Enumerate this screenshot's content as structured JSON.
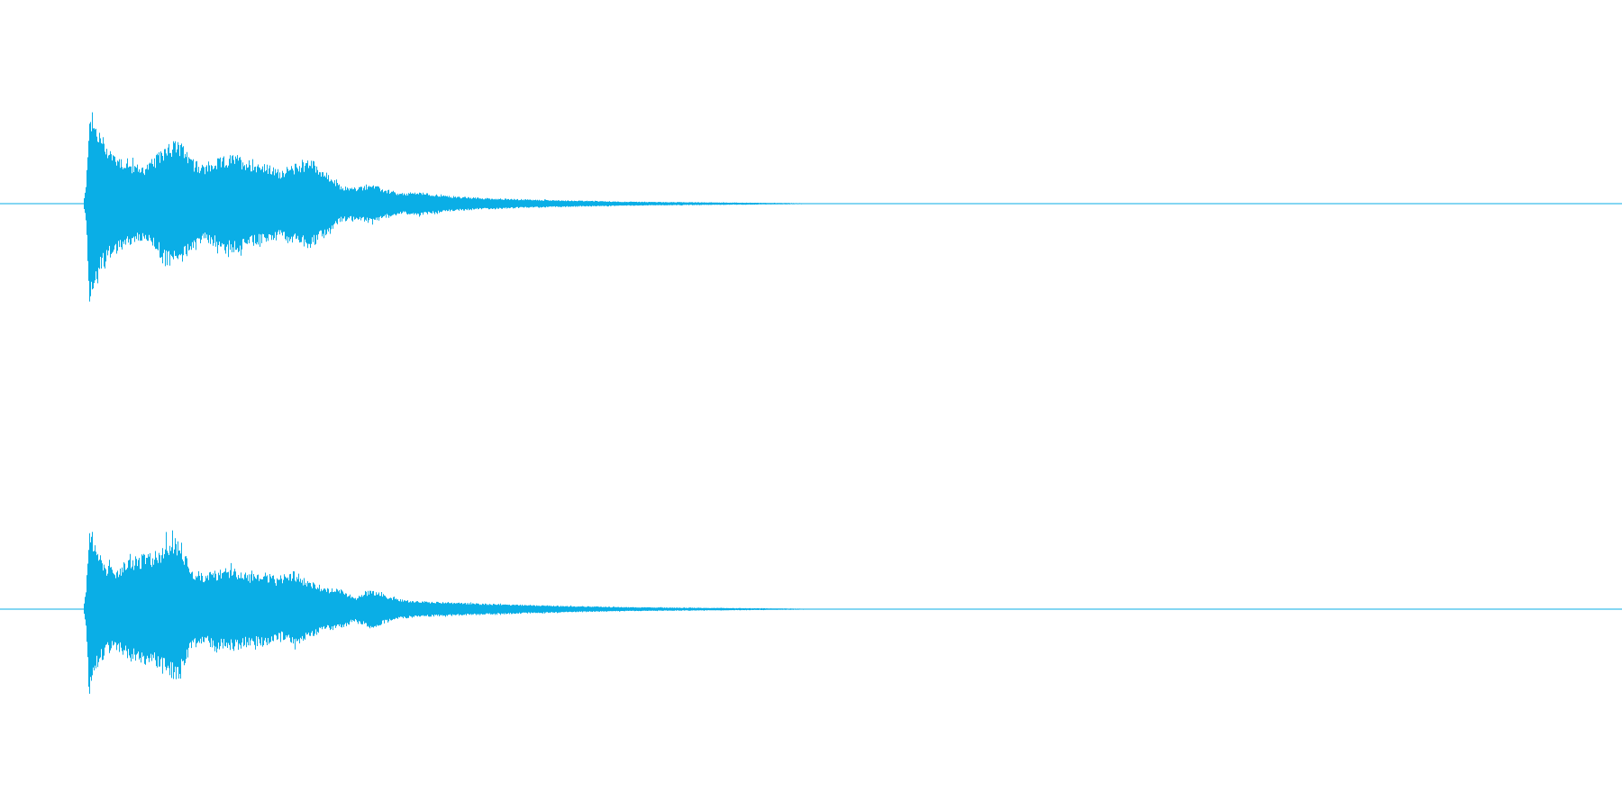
{
  "waveform": {
    "color": "#0aaee6",
    "background": "#ffffff",
    "duration_fraction_with_signal": 0.49,
    "channels": [
      {
        "id": "left",
        "envelope": [
          [
            0.0,
            0.0
          ],
          [
            0.002,
            0.2
          ],
          [
            0.004,
            1.0
          ],
          [
            0.008,
            0.82
          ],
          [
            0.014,
            0.65
          ],
          [
            0.02,
            0.52
          ],
          [
            0.03,
            0.42
          ],
          [
            0.04,
            0.38
          ],
          [
            0.048,
            0.48
          ],
          [
            0.056,
            0.65
          ],
          [
            0.064,
            0.62
          ],
          [
            0.072,
            0.45
          ],
          [
            0.08,
            0.38
          ],
          [
            0.09,
            0.46
          ],
          [
            0.1,
            0.5
          ],
          [
            0.11,
            0.44
          ],
          [
            0.12,
            0.4
          ],
          [
            0.13,
            0.34
          ],
          [
            0.14,
            0.4
          ],
          [
            0.15,
            0.46
          ],
          [
            0.16,
            0.32
          ],
          [
            0.17,
            0.18
          ],
          [
            0.18,
            0.16
          ],
          [
            0.19,
            0.2
          ],
          [
            0.2,
            0.14
          ],
          [
            0.21,
            0.1
          ],
          [
            0.22,
            0.12
          ],
          [
            0.24,
            0.08
          ],
          [
            0.26,
            0.06
          ],
          [
            0.28,
            0.05
          ],
          [
            0.3,
            0.04
          ],
          [
            0.33,
            0.03
          ],
          [
            0.36,
            0.02
          ],
          [
            0.4,
            0.015
          ],
          [
            0.44,
            0.01
          ],
          [
            0.47,
            0.006
          ],
          [
            0.49,
            0.003
          ],
          [
            0.5,
            0.0
          ]
        ]
      },
      {
        "id": "right",
        "envelope": [
          [
            0.0,
            0.0
          ],
          [
            0.002,
            0.2
          ],
          [
            0.004,
            0.95
          ],
          [
            0.008,
            0.62
          ],
          [
            0.014,
            0.48
          ],
          [
            0.02,
            0.4
          ],
          [
            0.03,
            0.5
          ],
          [
            0.04,
            0.55
          ],
          [
            0.05,
            0.6
          ],
          [
            0.056,
            0.72
          ],
          [
            0.064,
            0.7
          ],
          [
            0.072,
            0.4
          ],
          [
            0.08,
            0.36
          ],
          [
            0.09,
            0.4
          ],
          [
            0.1,
            0.42
          ],
          [
            0.11,
            0.36
          ],
          [
            0.12,
            0.38
          ],
          [
            0.13,
            0.3
          ],
          [
            0.14,
            0.38
          ],
          [
            0.15,
            0.28
          ],
          [
            0.16,
            0.22
          ],
          [
            0.17,
            0.2
          ],
          [
            0.18,
            0.12
          ],
          [
            0.19,
            0.2
          ],
          [
            0.2,
            0.14
          ],
          [
            0.21,
            0.1
          ],
          [
            0.22,
            0.08
          ],
          [
            0.24,
            0.07
          ],
          [
            0.26,
            0.06
          ],
          [
            0.28,
            0.05
          ],
          [
            0.3,
            0.04
          ],
          [
            0.33,
            0.03
          ],
          [
            0.36,
            0.02
          ],
          [
            0.4,
            0.015
          ],
          [
            0.44,
            0.01
          ],
          [
            0.47,
            0.006
          ],
          [
            0.49,
            0.003
          ],
          [
            0.5,
            0.0
          ]
        ]
      }
    ]
  }
}
